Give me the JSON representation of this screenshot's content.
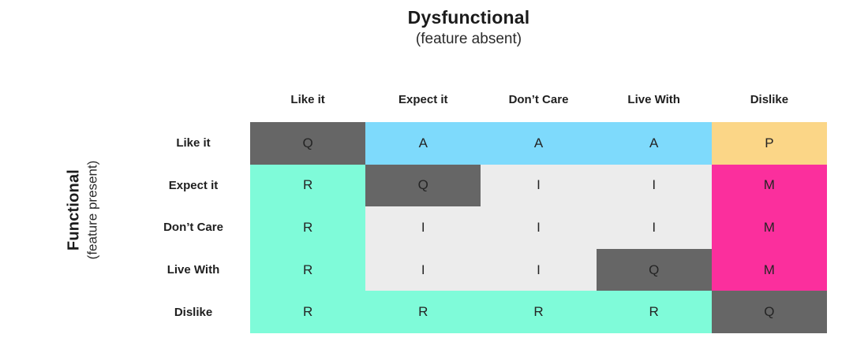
{
  "axes": {
    "dysfunctional": {
      "title": "Dysfunctional",
      "subtitle": "(feature absent)"
    },
    "functional": {
      "title": "Functional",
      "subtitle": "(feature present)"
    }
  },
  "matrix": {
    "column_headers": [
      "Like it",
      "Expect it",
      "Don’t Care",
      "Live With",
      "Dislike"
    ],
    "row_headers": [
      "Like it",
      "Expect it",
      "Don’t Care",
      "Live With",
      "Dislike"
    ],
    "cells": [
      [
        "Q",
        "A",
        "A",
        "A",
        "P"
      ],
      [
        "R",
        "Q",
        "I",
        "I",
        "M"
      ],
      [
        "R",
        "I",
        "I",
        "I",
        "M"
      ],
      [
        "R",
        "I",
        "I",
        "Q",
        "M"
      ],
      [
        "R",
        "R",
        "R",
        "R",
        "Q"
      ]
    ]
  },
  "cell_colors": {
    "Q": "#666666",
    "A": "#7EDAFC",
    "P": "#FBD687",
    "R": "#7FFBD9",
    "I": "#ECECEC",
    "M": "#FB2F9D"
  }
}
